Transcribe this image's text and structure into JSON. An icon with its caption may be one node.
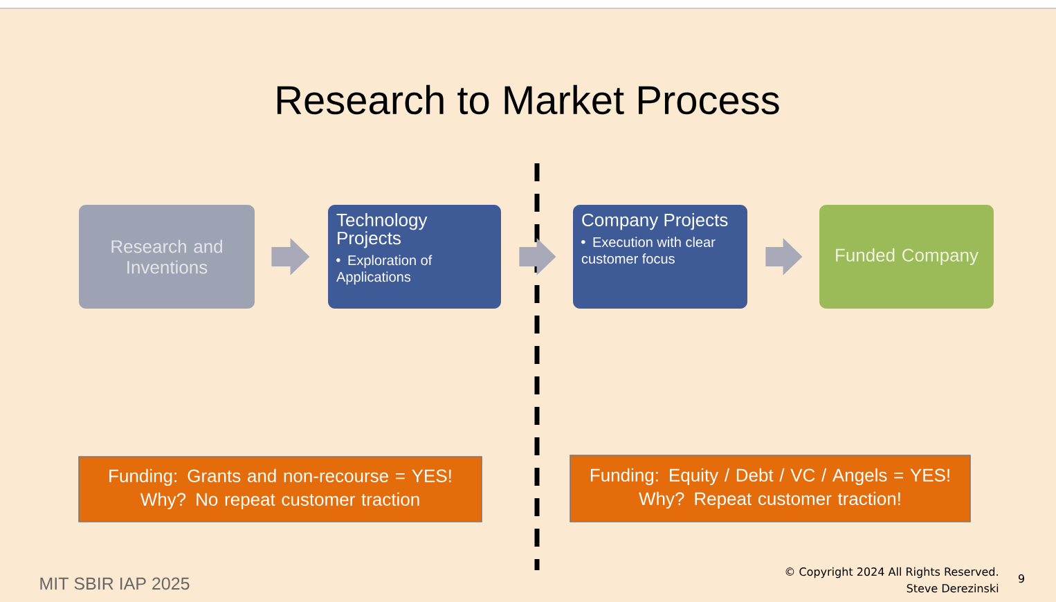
{
  "diagram": {
    "title": "Research to Market Process",
    "nodes": [
      {
        "text": [
          "Research and Inventions"
        ]
      },
      {
        "text": [
          "Technology Projects",
          "Exploration of Applications"
        ]
      },
      {
        "text": [
          "Company Projects",
          "Execution with clear customer focus"
        ]
      },
      {
        "text": [
          "Funded Company"
        ]
      },
      {
        "text": [
          "Funding: Grants and non-recourse = YES!",
          "Why? No repeat customer traction"
        ]
      },
      {
        "text": [
          "Funding: Equity / Debt / VC / Angels = YES!",
          "Why? Repeat customer traction!"
        ]
      }
    ],
    "edges": [
      {
        "from": 0,
        "to": 1,
        "arrow": "to"
      },
      {
        "from": 1,
        "to": 2,
        "arrow": "to"
      },
      {
        "from": 2,
        "to": 3,
        "arrow": "to"
      }
    ],
    "labels": [
      "MIT SBIR IAP 2025",
      "© Copyright 2024 All Rights Reserved.",
      "Steve Derezinski",
      "9"
    ]
  }
}
